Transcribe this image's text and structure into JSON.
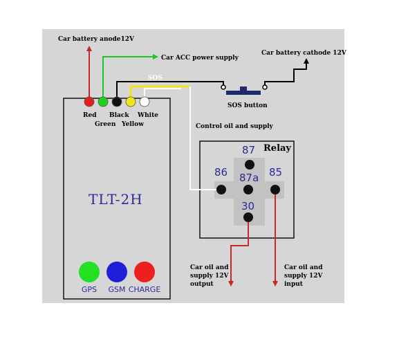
{
  "labels": {
    "battery_anode": "Car battery anode12V",
    "acc_power": "Car ACC power supply",
    "battery_cathode": "Car battery cathode 12V",
    "sos": "SOS",
    "sos_button": "SOS button",
    "control_oil": "Control oil and supply",
    "oil_output": [
      "Car oil and",
      "supply 12V",
      "output"
    ],
    "oil_input": [
      "Car oil and",
      "supply 12V",
      "input"
    ]
  },
  "device": {
    "model": "TLT-2H",
    "wires": [
      {
        "label": "Red",
        "color": "#e41e1e"
      },
      {
        "label": "Green",
        "color": "#1fd11f"
      },
      {
        "label": "Black",
        "color": "#111111"
      },
      {
        "label": "Yellow",
        "color": "#f2e41c"
      },
      {
        "label": "White",
        "color": "#ffffff"
      }
    ],
    "leds": [
      {
        "label": "GPS",
        "color": "#22e022"
      },
      {
        "label": "GSM",
        "color": "#1f1fd8"
      },
      {
        "label": "CHARGE",
        "color": "#ee1f1f"
      }
    ]
  },
  "relay": {
    "title": "Relay",
    "pins": [
      "87",
      "86",
      "87a",
      "85",
      "30"
    ]
  },
  "colors": {
    "panel": "#d6d6d6",
    "relay_plate": "#c2c2c2",
    "wire_red": "#c62828",
    "wire_green": "#1fc81f",
    "wire_yellow": "#f2e41c"
  }
}
